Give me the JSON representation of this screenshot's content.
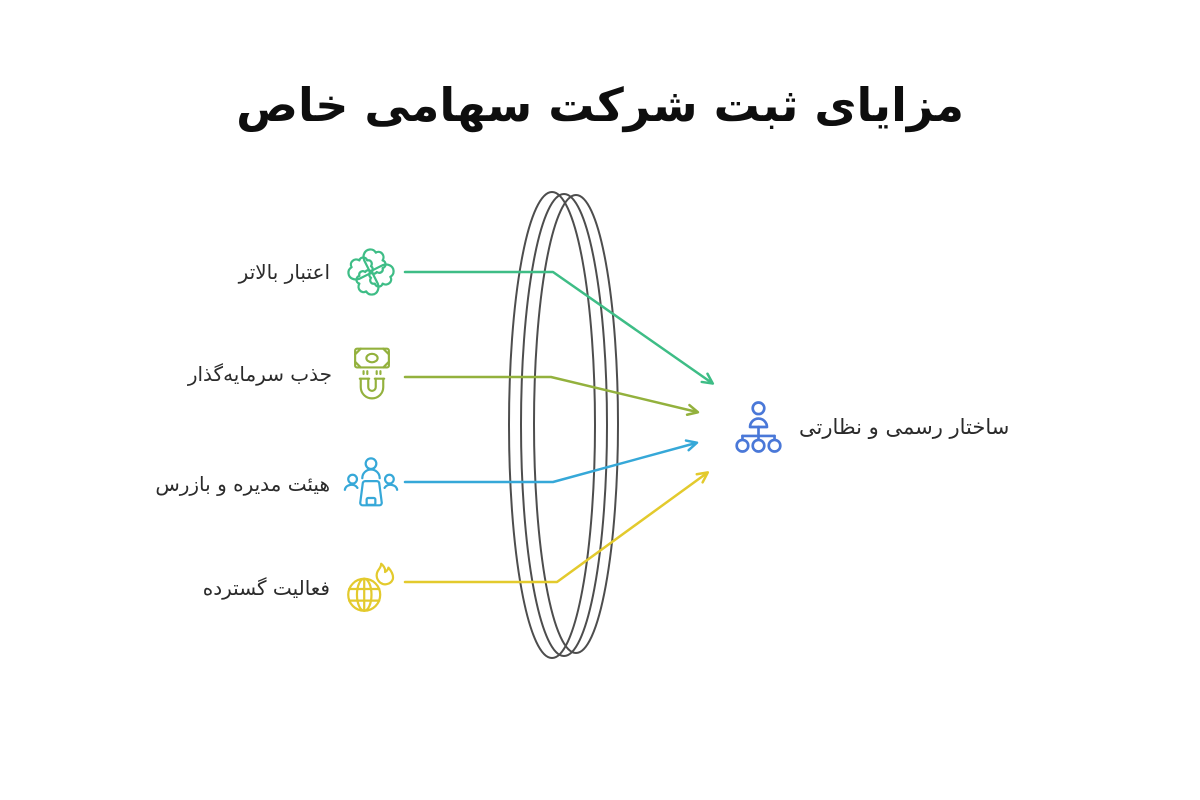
{
  "title": "مزایای ثبت شرکت سهامی خاص",
  "benefits": [
    {
      "label": "اعتبار بالاتر",
      "icon": "teamwork-hands-icon",
      "color": "#3ebd86"
    },
    {
      "label": "جذب سرمایه‌گذار",
      "icon": "money-magnet-icon",
      "color": "#93b13d"
    },
    {
      "label": "هیئت مدیره و بازرس",
      "icon": "board-meeting-icon",
      "color": "#36a8d8"
    },
    {
      "label": "فعالیت گسترده",
      "icon": "globe-flame-icon",
      "color": "#e3ca2d"
    }
  ],
  "result": {
    "label": "ساختار رسمی و نظارتی",
    "icon": "org-chart-icon",
    "color": "#4a78d8"
  },
  "colors": {
    "background": "#ffffff",
    "title_text": "#0e0e0e",
    "label_text": "#2b2b2b",
    "lens_stroke": "#4d4d4d"
  }
}
